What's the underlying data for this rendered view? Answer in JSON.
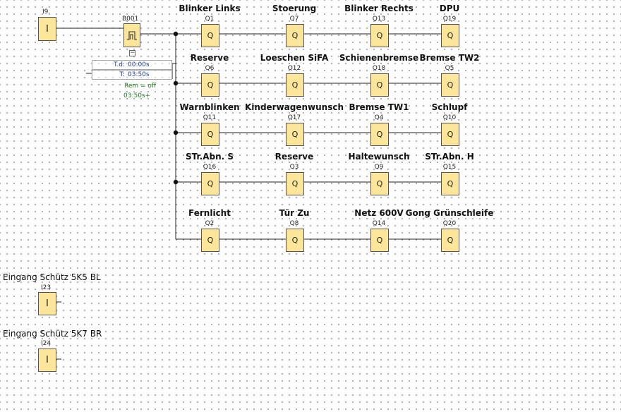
{
  "diagram": {
    "input_i9": {
      "tag": "I9",
      "symbol": "I"
    },
    "timer": {
      "tag": "B001",
      "td_label": "T.d:",
      "td_value": "00:00s",
      "t_label": "T:",
      "t_value": "03:50s",
      "rem": "Rem = off",
      "remaining": "03:50s+"
    },
    "outputs": [
      {
        "tag": "Q1",
        "name": "Blinker Links"
      },
      {
        "tag": "Q6",
        "name": "Reserve"
      },
      {
        "tag": "Q11",
        "name": "Warnblinken"
      },
      {
        "tag": "Q16",
        "name": "STr.Abn. S"
      },
      {
        "tag": "Q2",
        "name": "Fernlicht"
      },
      {
        "tag": "Q7",
        "name": "Stoerung"
      },
      {
        "tag": "Q12",
        "name": "Loeschen SiFA"
      },
      {
        "tag": "Q17",
        "name": "Kinderwagenwunsch"
      },
      {
        "tag": "Q3",
        "name": "Reserve"
      },
      {
        "tag": "Q8",
        "name": "Tür Zu"
      },
      {
        "tag": "Q13",
        "name": "Blinker Rechts"
      },
      {
        "tag": "Q18",
        "name": "Schienenbremse"
      },
      {
        "tag": "Q4",
        "name": "Bremse TW1"
      },
      {
        "tag": "Q9",
        "name": "Haltewunsch"
      },
      {
        "tag": "Q14",
        "name": "Netz 600V"
      },
      {
        "tag": "Q19",
        "name": "DPU"
      },
      {
        "tag": "Q5",
        "name": "Bremse TW2"
      },
      {
        "tag": "Q10",
        "name": "Schlupf"
      },
      {
        "tag": "Q15",
        "name": "STr.Abn. H"
      },
      {
        "tag": "Q20",
        "name": "Gong Grünschleife"
      }
    ],
    "output_symbol": "Q",
    "input_i23": {
      "label": "Eingang Schütz 5K5 BL",
      "tag": "I23",
      "symbol": "I"
    },
    "input_i24": {
      "label": "Eingang Schütz 5K7 BR",
      "tag": "I24",
      "symbol": "I"
    }
  }
}
